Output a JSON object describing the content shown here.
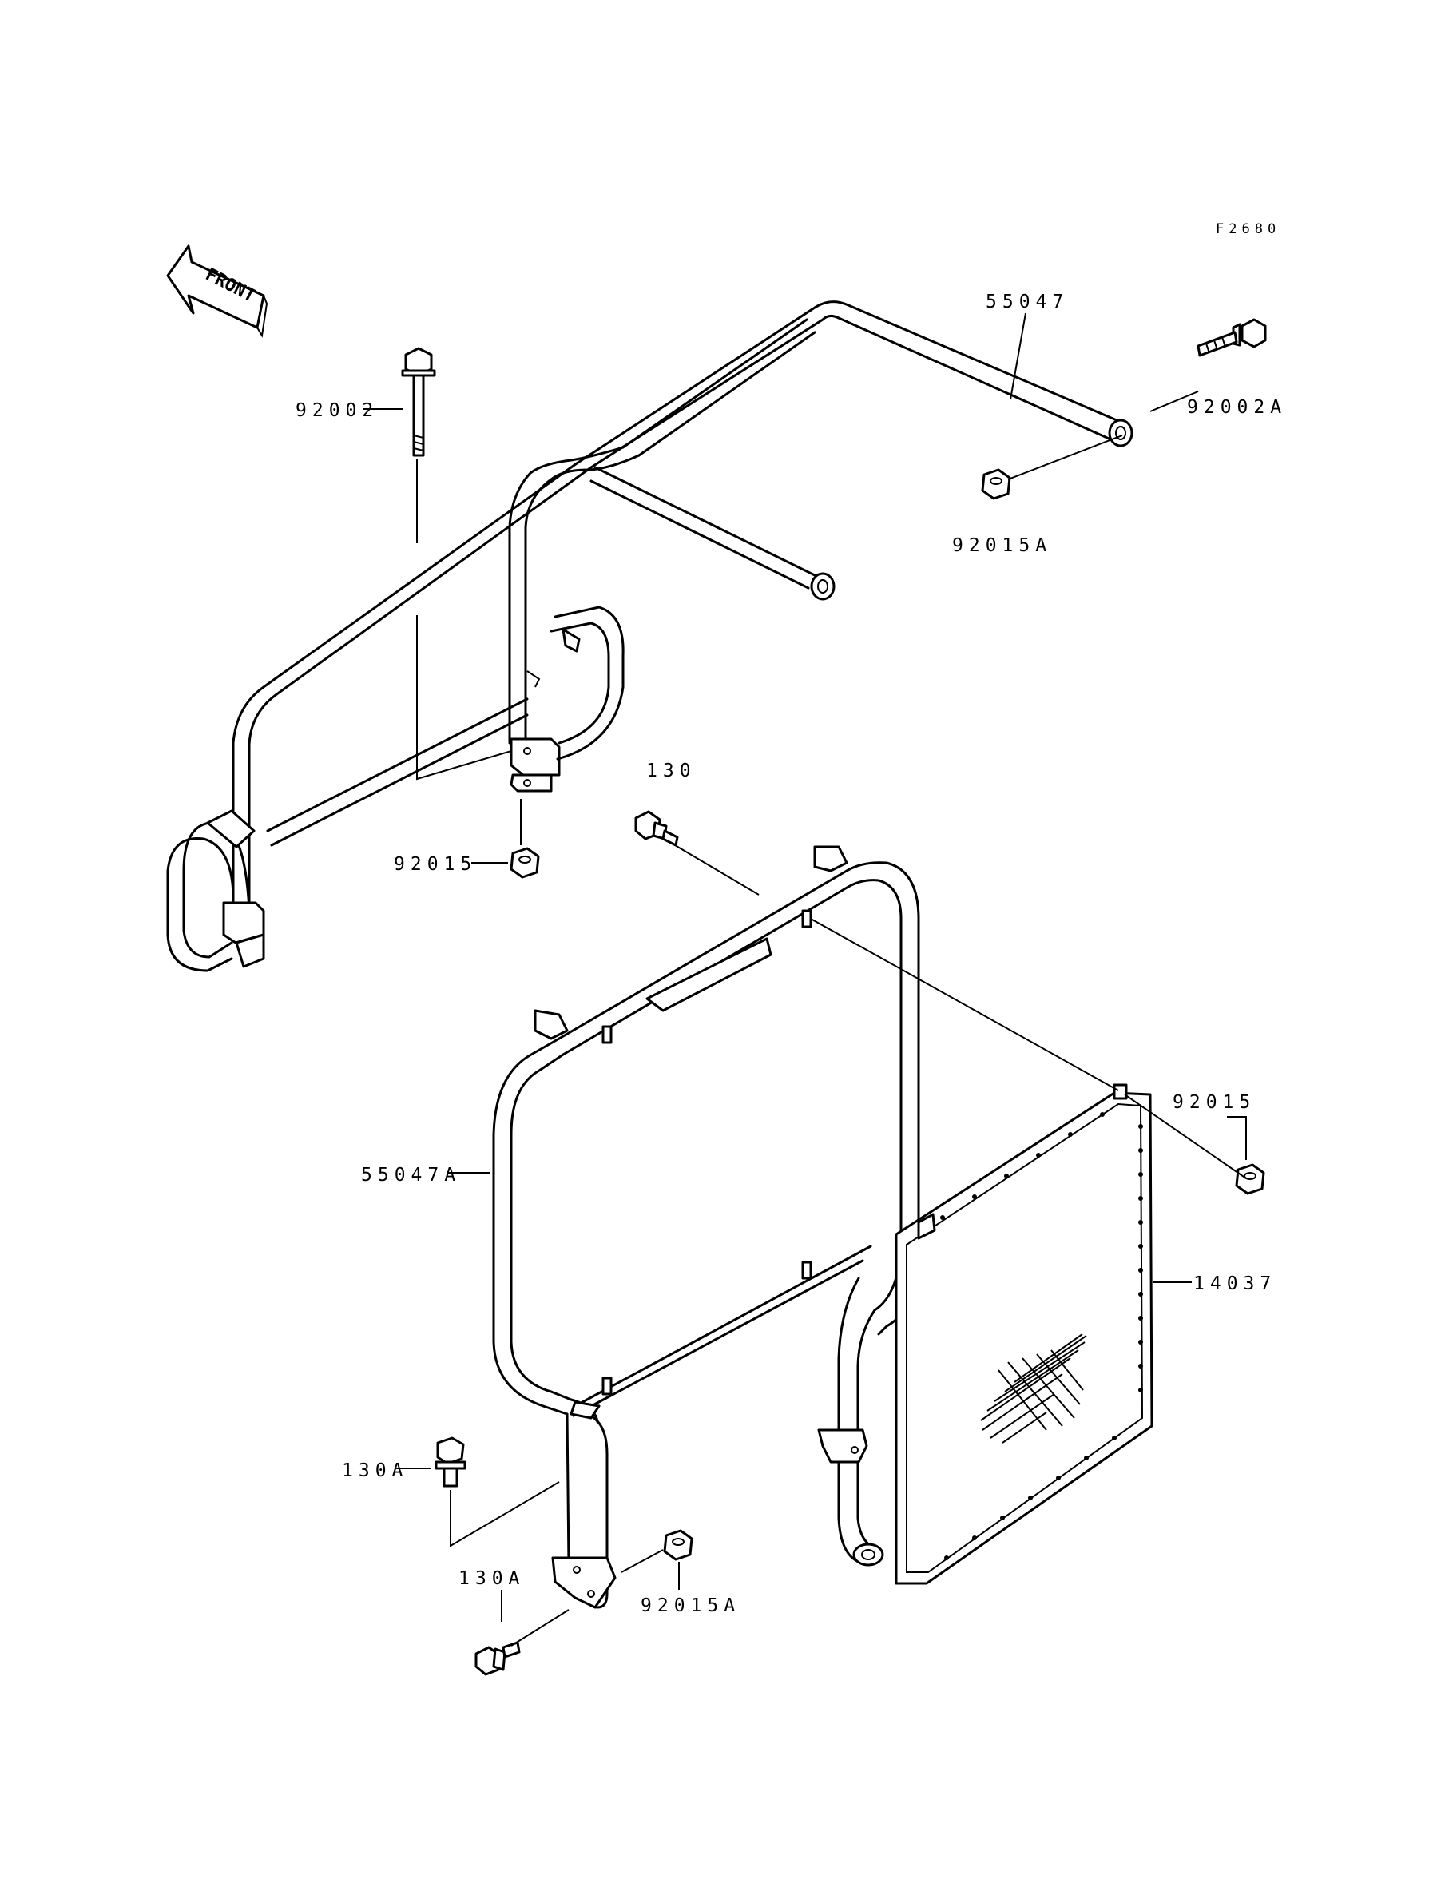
{
  "figure": {
    "code": "F2680",
    "direction_label": "FRONT"
  },
  "parts": {
    "guard_rear": "55047",
    "guard_front": "55047A",
    "bolt_long": "92002",
    "bolt_long_a": "92002A",
    "nut_a_top": "92015A",
    "nut_a_bottom": "92015A",
    "nut_left": "92015",
    "nut_right": "92015",
    "bolt_130": "130",
    "bolt_130a_upper": "130A",
    "bolt_130a_lower": "130A",
    "screen": "14037"
  }
}
